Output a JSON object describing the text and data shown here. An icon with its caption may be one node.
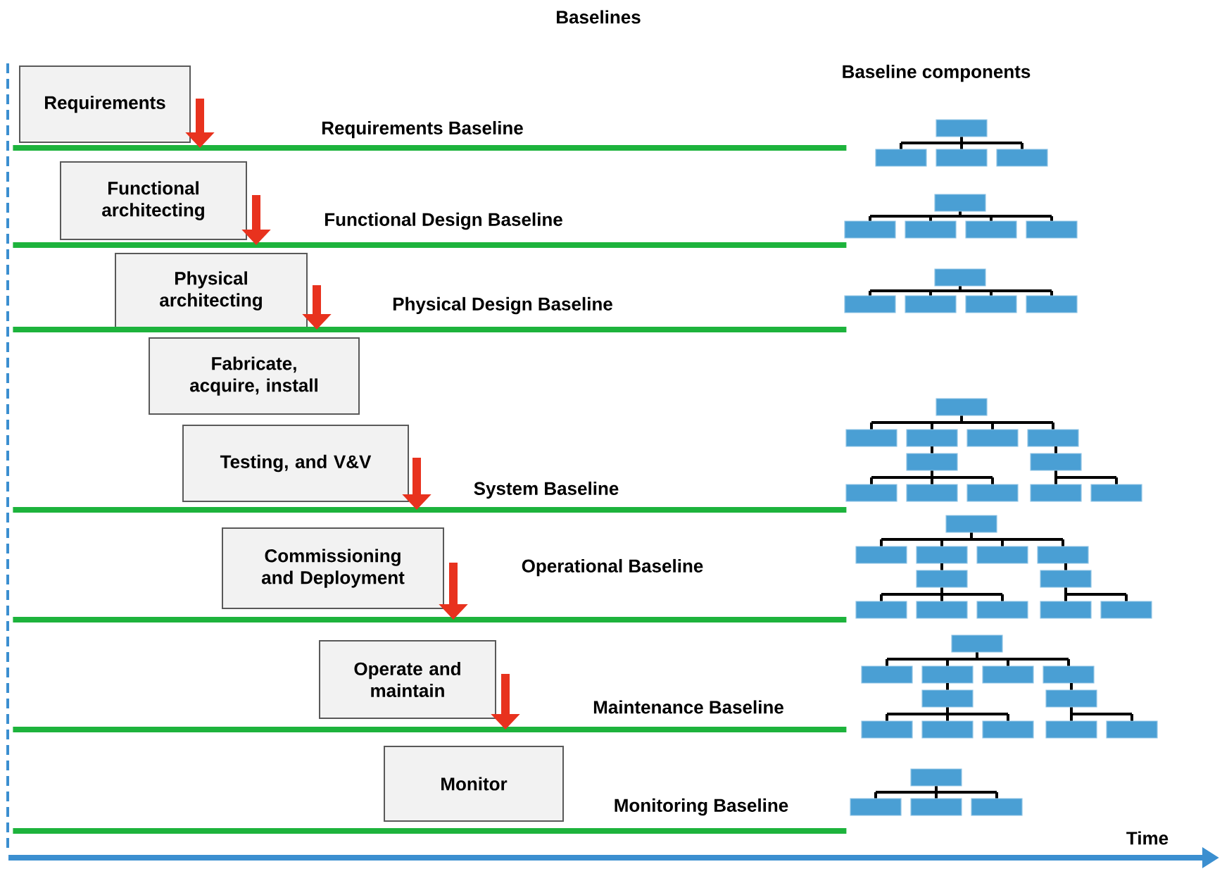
{
  "diagram": {
    "nodes": [
      {
        "text": [
          "Requirements"
        ]
      },
      {
        "text": [
          "Functional architecting"
        ]
      },
      {
        "text": [
          "Physical architecting"
        ]
      },
      {
        "text": [
          "Fabricate, acquire, install"
        ]
      },
      {
        "text": [
          "Testing, and V&V"
        ]
      },
      {
        "text": [
          "Commissioning and Deployment"
        ]
      },
      {
        "text": [
          "Operate and maintain"
        ]
      },
      {
        "text": [
          "Monitor"
        ]
      },
      {
        "text": [],
        "shape": "bar",
        "beside": [
          "Requirements Baseline"
        ]
      },
      {
        "text": [],
        "shape": "bar",
        "beside": [
          "Functional Design  Baseline"
        ]
      },
      {
        "text": [],
        "shape": "bar",
        "beside": [
          "Physical  Design  Baseline"
        ]
      },
      {
        "text": [],
        "shape": "bar",
        "beside": [
          "System Baseline"
        ]
      },
      {
        "text": [],
        "shape": "bar",
        "beside": [
          "Operational Baseline"
        ]
      },
      {
        "text": [],
        "shape": "bar",
        "beside": [
          "Maintenance Baseline"
        ]
      },
      {
        "text": [],
        "shape": "bar",
        "beside": [
          "Monitoring Baseline"
        ]
      }
    ],
    "edges": [
      {
        "from": 0,
        "to": 8,
        "arrow": "to"
      },
      {
        "from": 1,
        "to": 9,
        "arrow": "to"
      },
      {
        "from": 2,
        "to": 10,
        "arrow": "to"
      },
      {
        "from": 4,
        "to": 11,
        "arrow": "to"
      },
      {
        "from": 5,
        "to": 12,
        "arrow": "to"
      },
      {
        "from": 6,
        "to": 13,
        "arrow": "to"
      }
    ],
    "labels": [
      "Baselines",
      "Baseline components",
      "Time"
    ]
  }
}
